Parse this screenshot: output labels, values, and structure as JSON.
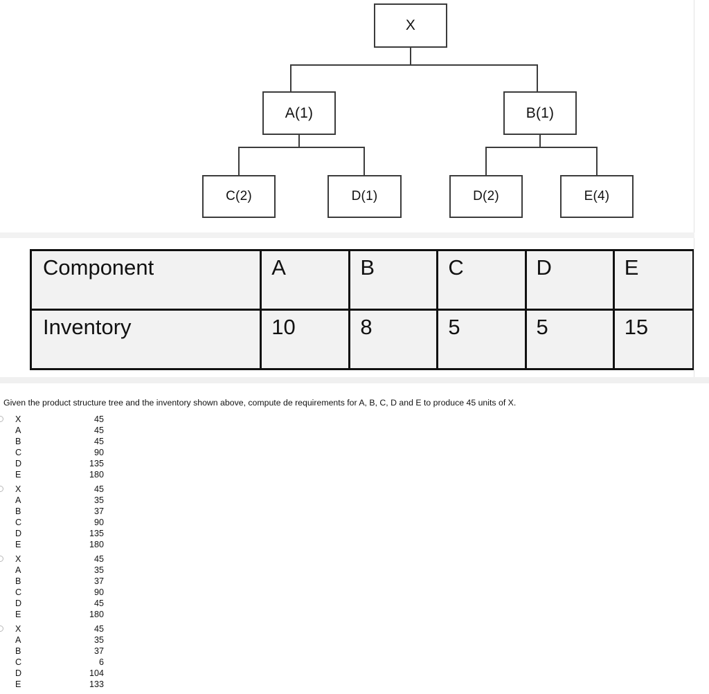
{
  "figure": {
    "tree": {
      "root": {
        "label": "X"
      },
      "level1": [
        {
          "label": "A(1)"
        },
        {
          "label": "B(1)"
        }
      ],
      "level2": [
        {
          "label": "C(2)"
        },
        {
          "label": "D(1)"
        },
        {
          "label": "D(2)"
        },
        {
          "label": "E(4)"
        }
      ]
    }
  },
  "inventory_table": {
    "rows": [
      {
        "header": "Component",
        "cells": [
          "A",
          "B",
          "C",
          "D",
          "E"
        ]
      },
      {
        "header": "Inventory",
        "cells": [
          "10",
          "8",
          "5",
          "5",
          "15"
        ]
      }
    ]
  },
  "question": {
    "text": "Given the product structure tree and the inventory shown above, compute de requirements for A, B, C, D and E to produce 45 units of X."
  },
  "options": [
    {
      "rows": [
        {
          "part": "X",
          "qty": "45"
        },
        {
          "part": "A",
          "qty": "45"
        },
        {
          "part": "B",
          "qty": "45"
        },
        {
          "part": "C",
          "qty": "90"
        },
        {
          "part": "D",
          "qty": "135"
        },
        {
          "part": "E",
          "qty": "180"
        }
      ]
    },
    {
      "rows": [
        {
          "part": "X",
          "qty": "45"
        },
        {
          "part": "A",
          "qty": "35"
        },
        {
          "part": "B",
          "qty": "37"
        },
        {
          "part": "C",
          "qty": "90"
        },
        {
          "part": "D",
          "qty": "135"
        },
        {
          "part": "E",
          "qty": "180"
        }
      ]
    },
    {
      "rows": [
        {
          "part": "X",
          "qty": "45"
        },
        {
          "part": "A",
          "qty": "35"
        },
        {
          "part": "B",
          "qty": "37"
        },
        {
          "part": "C",
          "qty": "90"
        },
        {
          "part": "D",
          "qty": "45"
        },
        {
          "part": "E",
          "qty": "180"
        }
      ]
    },
    {
      "rows": [
        {
          "part": "X",
          "qty": "45"
        },
        {
          "part": "A",
          "qty": "35"
        },
        {
          "part": "B",
          "qty": "37"
        },
        {
          "part": "C",
          "qty": "6"
        },
        {
          "part": "D",
          "qty": "104"
        },
        {
          "part": "E",
          "qty": "133"
        }
      ]
    }
  ],
  "colors": {
    "node_border": "#3b3b3b",
    "table_border": "#111111",
    "table_fill": "#f2f2f2",
    "page_background": "#ffffff"
  }
}
